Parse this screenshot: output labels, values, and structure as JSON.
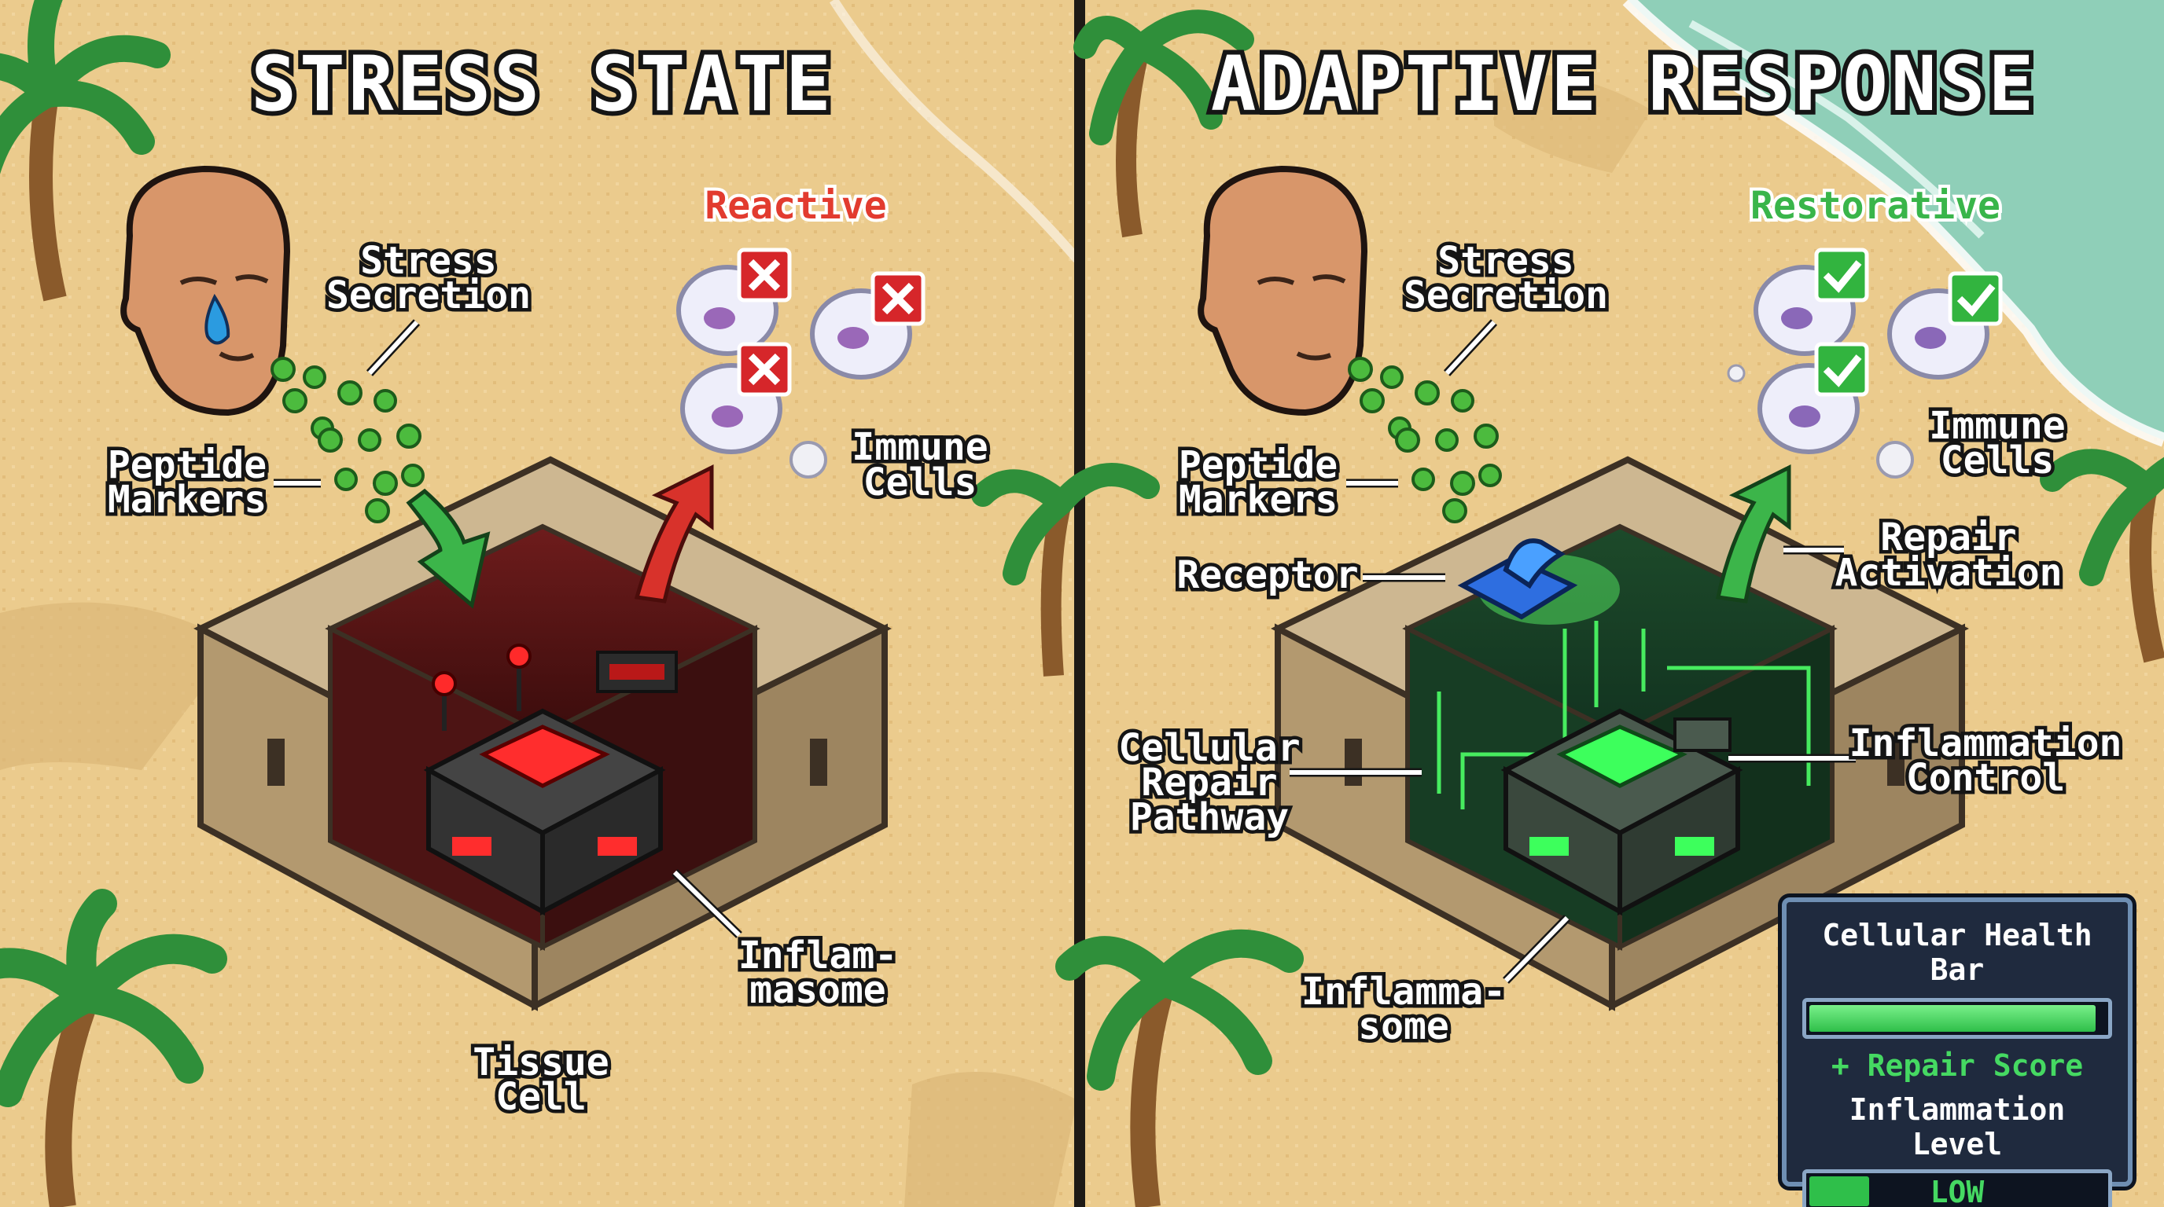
{
  "left": {
    "title": "STRESS STATE",
    "state_label": "Reactive",
    "labels": {
      "stress_line1": "Stress",
      "stress_line2": "Secretion",
      "peptide_line1": "Peptide",
      "peptide_line2": "Markers",
      "immune_line1": "Immune",
      "immune_line2": "Cells",
      "inflam_line1": "Inflam-",
      "inflam_line2": "masome",
      "tissue_line1": "Tissue",
      "tissue_line2": "Cell"
    }
  },
  "right": {
    "title": "ADAPTIVE RESPONSE",
    "state_label": "Restorative",
    "labels": {
      "stress_line1": "Stress",
      "stress_line2": "Secretion",
      "peptide_line1": "Peptide",
      "peptide_line2": "Markers",
      "immune_line1": "Immune",
      "immune_line2": "Cells",
      "receptor": "Receptor",
      "repair_line1": "Repair",
      "repair_line2": "Activation",
      "pathway_line1": "Cellular",
      "pathway_line2": "Repair",
      "pathway_line3": "Pathway",
      "control_line1": "Inflammation",
      "control_line2": "Control",
      "inflam_line1": "Inflamma-",
      "inflam_line2": "some"
    }
  },
  "hud": {
    "health_title": "Cellular Health Bar",
    "health_fraction": 0.97,
    "repair_score": "+ Repair Score",
    "inflammation_title": "Inflammation Level",
    "inflammation_value": "LOW",
    "inflammation_fraction": 0.22
  },
  "colors": {
    "sand": "#e9c889",
    "sea": "#8fcfb8",
    "reactive_red": "#e23b2f",
    "restorative_green": "#39b54a",
    "hud_bg": "#1f2a3e"
  },
  "icons": [
    "palm-tree-icon",
    "head-icon",
    "tear-icon",
    "immune-cell-icon",
    "x-mark-icon",
    "check-mark-icon",
    "arrow-icon",
    "receptor-icon",
    "inflammasome-icon"
  ]
}
